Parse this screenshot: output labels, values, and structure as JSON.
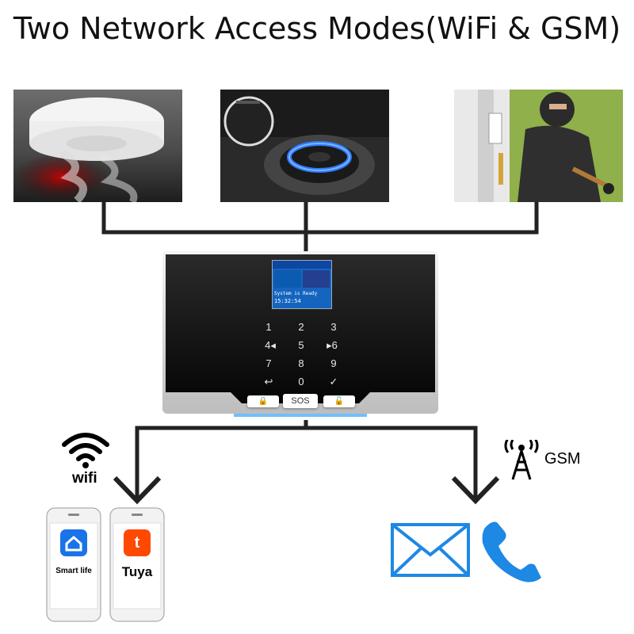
{
  "title": "Two Network Access Modes(WiFi & GSM)",
  "sensors": [
    {
      "name": "smoke-detector"
    },
    {
      "name": "gas-stove-sensor"
    },
    {
      "name": "door-contact-sensor"
    }
  ],
  "panel": {
    "lcd_line1": "System is Ready",
    "lcd_time": "15:32:54",
    "keys": [
      "1",
      "2",
      "3",
      "4◂",
      "5",
      "▸6",
      "7",
      "8",
      "9",
      "↩",
      "0",
      "✓"
    ],
    "sos_label": "SOS"
  },
  "wifi_label": "wifi",
  "gsm_label": "GSM",
  "apps": [
    {
      "label": "Smart life",
      "icon": "smart-life-home-icon",
      "color": "#1a73e8"
    },
    {
      "label": "Tuya",
      "icon": "tuya-t-icon",
      "color": "#ff4800"
    }
  ],
  "colors": {
    "message_blue": "#1e88e5",
    "line": "#222222"
  }
}
